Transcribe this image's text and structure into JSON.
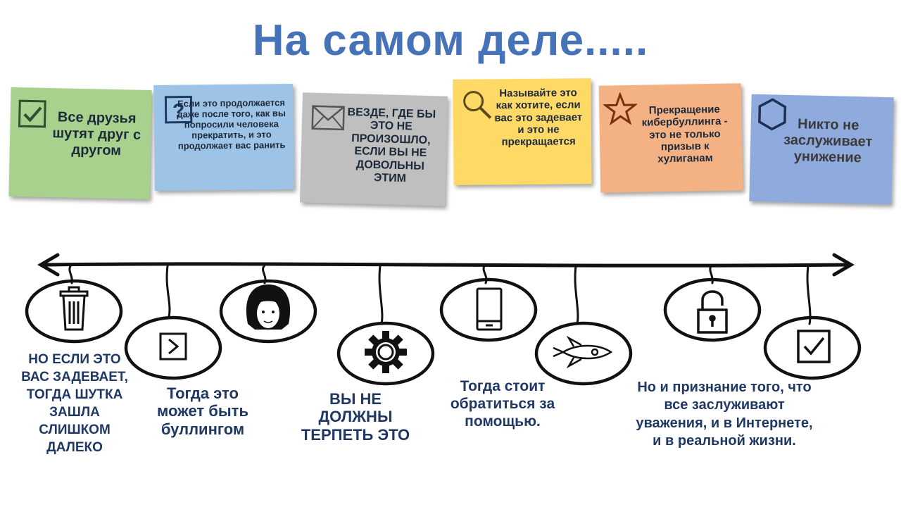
{
  "title": "На самом деле.....",
  "notes": [
    {
      "icon": "checkbox-icon",
      "text": "Все друзья шутят друг с другом",
      "color": "#a9d18e"
    },
    {
      "icon": "question-box-icon",
      "text": "Если это продолжается даже после того, как вы попросили человека прекратить, и это продолжает вас ранить",
      "color": "#9dc3e6"
    },
    {
      "icon": "envelope-icon",
      "text": "ВЕЗДЕ, ГДЕ БЫ ЭТО НЕ ПРОИЗОШЛО, ЕСЛИ ВЫ НЕ ДОВОЛЬНЫ ЭТИМ",
      "color": "#bfbfbf"
    },
    {
      "icon": "magnifier-icon",
      "text": "Называйте это как хотите, если вас это задевает и это не прекращается",
      "color": "#ffd966"
    },
    {
      "icon": "star-icon",
      "text": "Прекращение кибербуллинга - это не только призыв к хулиганам",
      "color": "#f4b183"
    },
    {
      "icon": "hexagon-icon",
      "text": "Никто не заслуживает унижение",
      "color": "#8faadc"
    }
  ],
  "timeline_icons": [
    "trash-icon",
    "arrow-box-icon",
    "woman-icon",
    "gear-icon",
    "phone-icon",
    "rocket-icon",
    "padlock-icon",
    "checkmark-box-icon"
  ],
  "captions": [
    "НО ЕСЛИ ЭТО ВАС ЗАДЕВАЕТ, ТОГДА ШУТКА ЗАШЛА СЛИШКОМ ДАЛЕКО",
    "Тогда это может быть буллингом",
    "ВЫ НЕ ДОЛЖНЫ ТЕРПЕТЬ ЭТО",
    "Тогда стоит обратиться за помощью.",
    "Но и признание того, что все заслуживают уважения, и в Интернете, и в реальной жизни."
  ],
  "colors": {
    "title": "#4672b8",
    "caption": "#1f3864"
  }
}
